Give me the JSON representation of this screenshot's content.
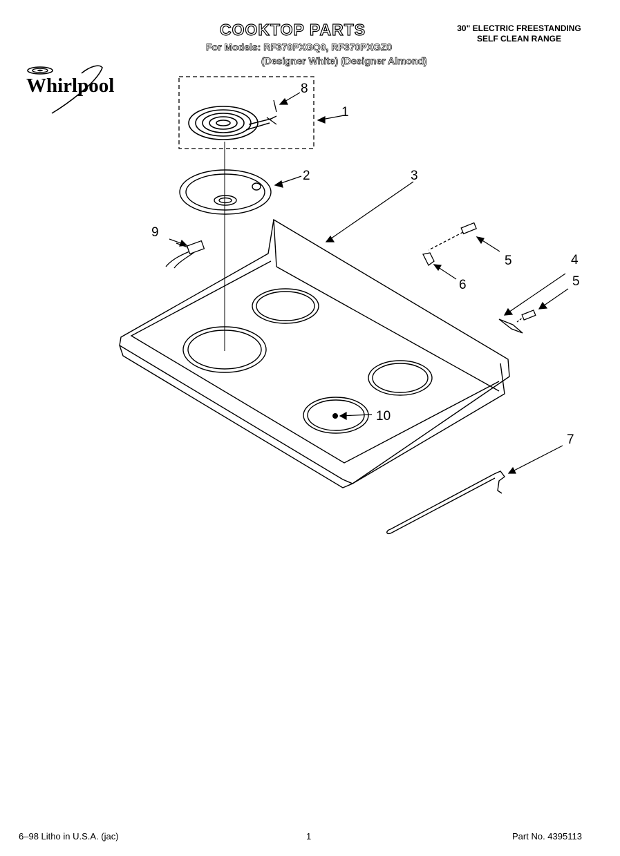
{
  "header": {
    "title": "COOKTOP PARTS",
    "models_line": "For Models: RF370PXGQ0, RF370PXGZ0",
    "variants_line": "(Designer White)  (Designer Almond)",
    "range_type_line1": "30\" ELECTRIC FREESTANDING",
    "range_type_line2": "SELF CLEAN RANGE"
  },
  "brand": {
    "name": "Whirlpool"
  },
  "callouts": [
    "1",
    "2",
    "3",
    "4",
    "5",
    "5",
    "6",
    "7",
    "8",
    "9",
    "10"
  ],
  "footer": {
    "print_info": "6–98 Litho in U.S.A. (jac)",
    "page_number": "1",
    "part_number": "Part No. 4395113"
  }
}
